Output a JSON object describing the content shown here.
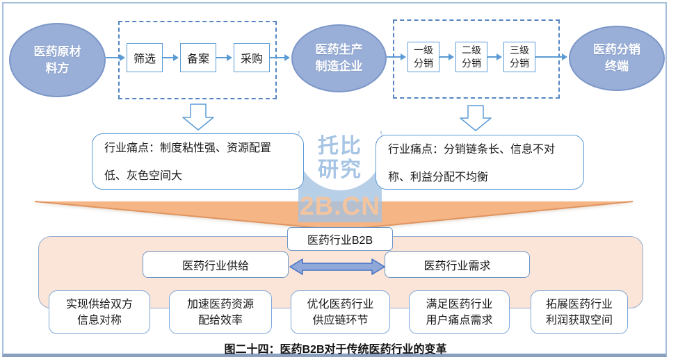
{
  "figure": {
    "caption": "图二十四：医药B2B对于传统医药行业的变革"
  },
  "top_flow": {
    "raw_material": "医药原材\n料方",
    "manufacturer": "医药生产\n制造企业",
    "terminal": "医药分销\n终端",
    "procurement_steps": [
      "筛选",
      "备案",
      "采购"
    ],
    "distribution_steps": [
      "一级\n分销",
      "二级\n分销",
      "三级\n分销"
    ]
  },
  "pain_points": {
    "supply_side": "行业痛点：制度粘性强、资源配置\n低、灰色空间大",
    "distribution_side": "行业痛点：分销链条长、信息不对\n称、利益分配不均衡"
  },
  "watermark": {
    "brand": "托比\n研究",
    "domain": "2B.CN"
  },
  "b2b_section": {
    "hub": "医药行业B2B",
    "supply": "医药行业供给",
    "demand": "医药行业需求",
    "benefits": [
      "实现供给双方\n信息对称",
      "加速医药资源\n配给效率",
      "优化医药行业\n供应链环节",
      "满足医药行业\n用户痛点需求",
      "拓展医药行业\n利润获取空间"
    ]
  },
  "colors": {
    "ellipse_fill": "#99afd7",
    "ellipse_border": "#7b96c8",
    "flow_blue": "#5b9bd5",
    "dashed_blue": "#5585c2",
    "orange_fill": "#f5b585",
    "orange_edge": "#df945f",
    "container_fill": "#fbe5d8",
    "container_border": "#92accd",
    "double_arrow_fill": "#8fa8d8",
    "double_arrow_border": "#4472c4"
  }
}
